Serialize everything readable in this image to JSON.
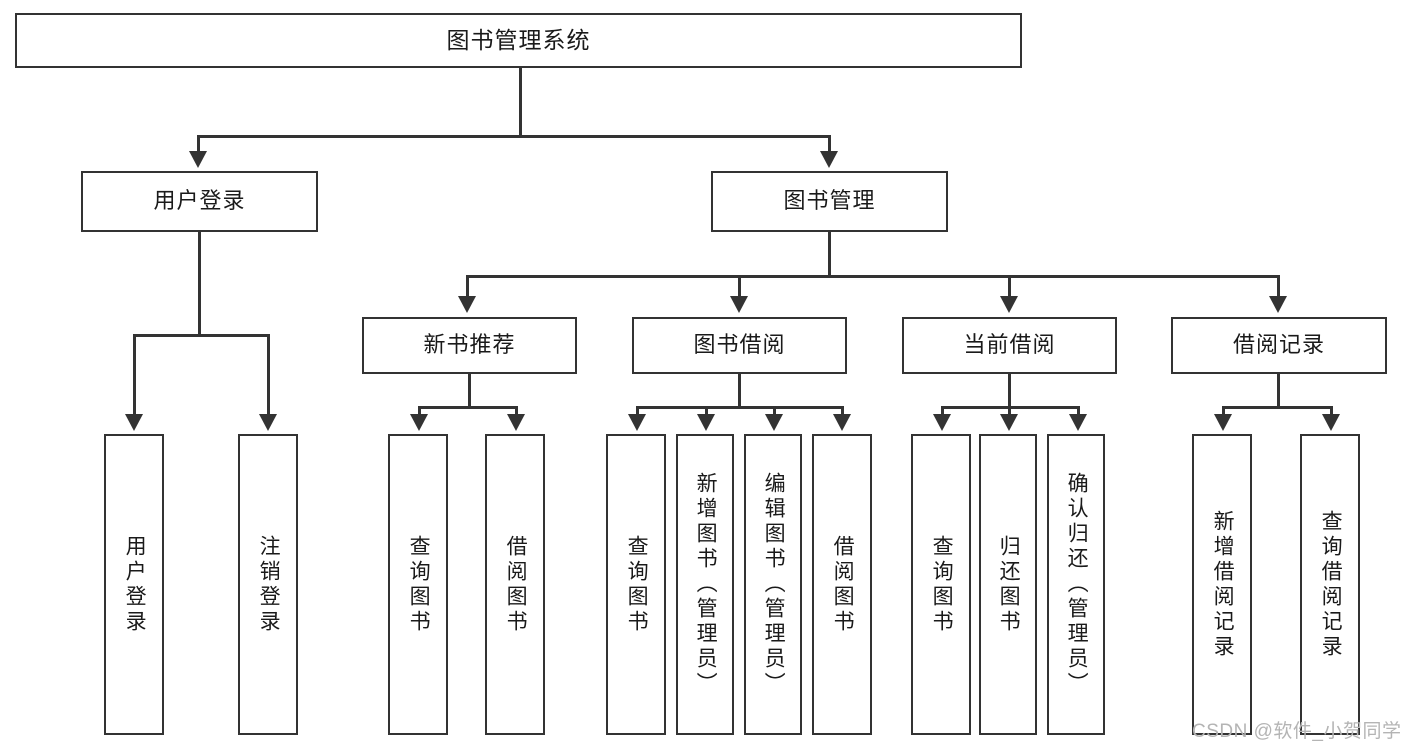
{
  "diagram": {
    "title": "图书管理系统",
    "type": "tree-hierarchy-diagram",
    "colors": {
      "stroke": "#333333",
      "fill": "#ffffff",
      "text": "#1a1a1a",
      "watermark": "#b4b4b4"
    },
    "levels": {
      "root": {
        "label": "图书管理系统"
      },
      "level2": [
        {
          "label": "用户登录"
        },
        {
          "label": "图书管理"
        }
      ],
      "level3": [
        {
          "label": "新书推荐"
        },
        {
          "label": "图书借阅"
        },
        {
          "label": "当前借阅"
        },
        {
          "label": "借阅记录"
        }
      ],
      "leaves": {
        "user_login": [
          {
            "label": "用户登录"
          },
          {
            "label": "注销登录"
          }
        ],
        "new_book_recommend": [
          {
            "label": "查询图书"
          },
          {
            "label": "借阅图书"
          }
        ],
        "book_borrow": [
          {
            "label": "查询图书"
          },
          {
            "label": "新增图书（管理员）"
          },
          {
            "label": "编辑图书（管理员）"
          },
          {
            "label": "借阅图书"
          }
        ],
        "current_borrow": [
          {
            "label": "查询图书"
          },
          {
            "label": "归还图书"
          },
          {
            "label": "确认归还（管理员）"
          }
        ],
        "borrow_record": [
          {
            "label": "新增借阅记录"
          },
          {
            "label": "查询借阅记录"
          }
        ]
      }
    }
  },
  "watermark": {
    "text": "CSDN @软件_小贺同学"
  }
}
